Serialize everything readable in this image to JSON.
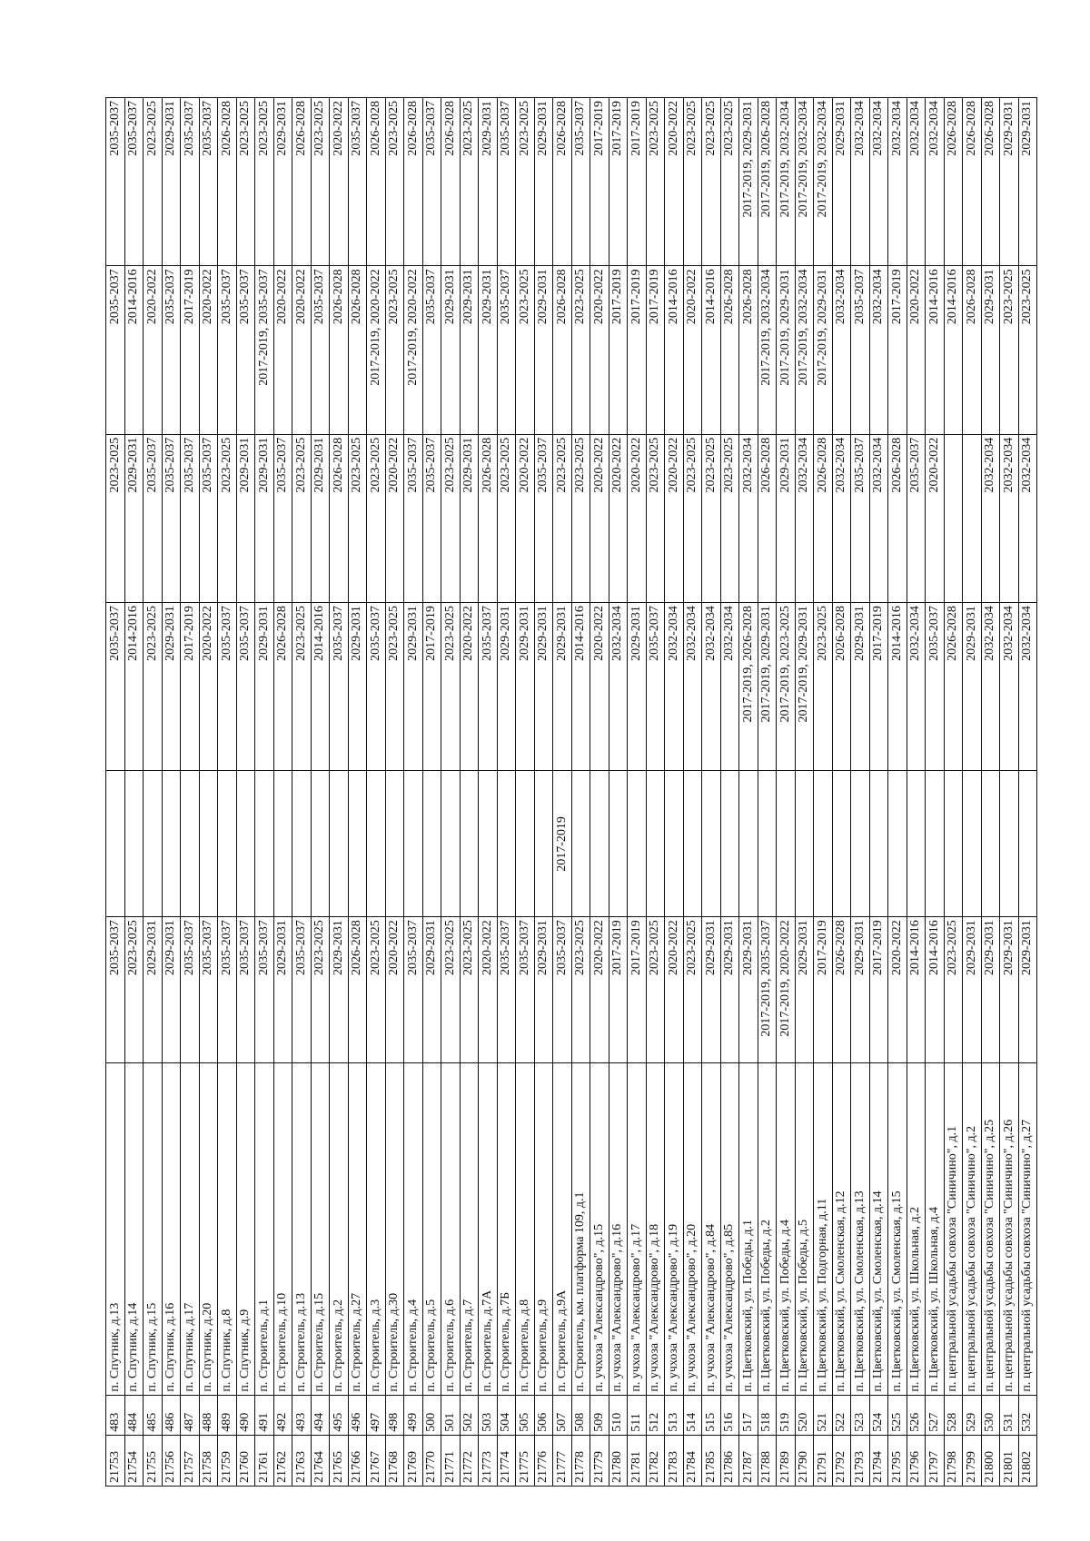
{
  "rows": [
    {
      "id": "21753",
      "no": "483",
      "address": "п. Спутник, д.13",
      "y1": "2035-2037",
      "y2": "",
      "y3": "2035-2037",
      "y4": "2023-2025",
      "y5": "2035-2037",
      "y6": "2035-2037"
    },
    {
      "id": "21754",
      "no": "484",
      "address": "п. Спутник, д.14",
      "y1": "2023-2025",
      "y2": "",
      "y3": "2014-2016",
      "y4": "2029-2031",
      "y5": "2014-2016",
      "y6": "2035-2037"
    },
    {
      "id": "21755",
      "no": "485",
      "address": "п. Спутник, д.15",
      "y1": "2029-2031",
      "y2": "",
      "y3": "2023-2025",
      "y4": "2035-2037",
      "y5": "2020-2022",
      "y6": "2023-2025"
    },
    {
      "id": "21756",
      "no": "486",
      "address": "п. Спутник, д.16",
      "y1": "2029-2031",
      "y2": "",
      "y3": "2029-2031",
      "y4": "2035-2037",
      "y5": "2035-2037",
      "y6": "2029-2031"
    },
    {
      "id": "21757",
      "no": "487",
      "address": "п. Спутник, д.17",
      "y1": "2035-2037",
      "y2": "",
      "y3": "2017-2019",
      "y4": "2035-2037",
      "y5": "2017-2019",
      "y6": "2035-2037"
    },
    {
      "id": "21758",
      "no": "488",
      "address": "п. Спутник, д.20",
      "y1": "2035-2037",
      "y2": "",
      "y3": "2020-2022",
      "y4": "2035-2037",
      "y5": "2020-2022",
      "y6": "2035-2037"
    },
    {
      "id": "21759",
      "no": "489",
      "address": "п. Спутник, д.8",
      "y1": "2035-2037",
      "y2": "",
      "y3": "2035-2037",
      "y4": "2023-2025",
      "y5": "2035-2037",
      "y6": "2026-2028"
    },
    {
      "id": "21760",
      "no": "490",
      "address": "п. Спутник, д.9",
      "y1": "2035-2037",
      "y2": "",
      "y3": "2035-2037",
      "y4": "2029-2031",
      "y5": "2035-2037",
      "y6": "2023-2025"
    },
    {
      "id": "21761",
      "no": "491",
      "address": "п. Строитель, д.1",
      "y1": "2035-2037",
      "y2": "",
      "y3": "2029-2031",
      "y4": "2029-2031",
      "y5": "2017-2019, 2035-2037",
      "y6": "2023-2025"
    },
    {
      "id": "21762",
      "no": "492",
      "address": "п. Строитель, д.10",
      "y1": "2029-2031",
      "y2": "",
      "y3": "2026-2028",
      "y4": "2035-2037",
      "y5": "2020-2022",
      "y6": "2029-2031"
    },
    {
      "id": "21763",
      "no": "493",
      "address": "п. Строитель, д.13",
      "y1": "2035-2037",
      "y2": "",
      "y3": "2023-2025",
      "y4": "2023-2025",
      "y5": "2020-2022",
      "y6": "2026-2028"
    },
    {
      "id": "21764",
      "no": "494",
      "address": "п. Строитель, д.15",
      "y1": "2023-2025",
      "y2": "",
      "y3": "2014-2016",
      "y4": "2029-2031",
      "y5": "2035-2037",
      "y6": "2023-2025"
    },
    {
      "id": "21765",
      "no": "495",
      "address": "п. Строитель, д.2",
      "y1": "2029-2031",
      "y2": "",
      "y3": "2035-2037",
      "y4": "2026-2028",
      "y5": "2026-2028",
      "y6": "2020-2022"
    },
    {
      "id": "21766",
      "no": "496",
      "address": "п. Строитель, д.27",
      "y1": "2026-2028",
      "y2": "",
      "y3": "2029-2031",
      "y4": "2023-2025",
      "y5": "2026-2028",
      "y6": "2035-2037"
    },
    {
      "id": "21767",
      "no": "497",
      "address": "п. Строитель, д.3",
      "y1": "2023-2025",
      "y2": "",
      "y3": "2035-2037",
      "y4": "2023-2025",
      "y5": "2017-2019, 2020-2022",
      "y6": "2026-2028"
    },
    {
      "id": "21768",
      "no": "498",
      "address": "п. Строитель, д.30",
      "y1": "2020-2022",
      "y2": "",
      "y3": "2023-2025",
      "y4": "2020-2022",
      "y5": "2023-2025",
      "y6": "2023-2025"
    },
    {
      "id": "21769",
      "no": "499",
      "address": "п. Строитель, д.4",
      "y1": "2035-2037",
      "y2": "",
      "y3": "2029-2031",
      "y4": "2035-2037",
      "y5": "2017-2019, 2020-2022",
      "y6": "2026-2028"
    },
    {
      "id": "21770",
      "no": "500",
      "address": "п. Строитель, д.5",
      "y1": "2029-2031",
      "y2": "",
      "y3": "2017-2019",
      "y4": "2035-2037",
      "y5": "2035-2037",
      "y6": "2035-2037"
    },
    {
      "id": "21771",
      "no": "501",
      "address": "п. Строитель, д.6",
      "y1": "2023-2025",
      "y2": "",
      "y3": "2023-2025",
      "y4": "2023-2025",
      "y5": "2029-2031",
      "y6": "2026-2028"
    },
    {
      "id": "21772",
      "no": "502",
      "address": "п. Строитель, д.7",
      "y1": "2023-2025",
      "y2": "",
      "y3": "2020-2022",
      "y4": "2029-2031",
      "y5": "2029-2031",
      "y6": "2023-2025"
    },
    {
      "id": "21773",
      "no": "503",
      "address": "п. Строитель, д.7А",
      "y1": "2020-2022",
      "y2": "",
      "y3": "2035-2037",
      "y4": "2026-2028",
      "y5": "2029-2031",
      "y6": "2029-2031"
    },
    {
      "id": "21774",
      "no": "504",
      "address": "п. Строитель, д.7Б",
      "y1": "2035-2037",
      "y2": "",
      "y3": "2029-2031",
      "y4": "2023-2025",
      "y5": "2035-2037",
      "y6": "2035-2037"
    },
    {
      "id": "21775",
      "no": "505",
      "address": "п. Строитель, д.8",
      "y1": "2035-2037",
      "y2": "",
      "y3": "2029-2031",
      "y4": "2020-2022",
      "y5": "2023-2025",
      "y6": "2023-2025"
    },
    {
      "id": "21776",
      "no": "506",
      "address": "п. Строитель, д.9",
      "y1": "2029-2031",
      "y2": "",
      "y3": "2029-2031",
      "y4": "2035-2037",
      "y5": "2029-2031",
      "y6": "2029-2031"
    },
    {
      "id": "21777",
      "no": "507",
      "address": "п. Строитель, д.9А",
      "y1": "2035-2037",
      "y2": "2017-2019",
      "y3": "2029-2031",
      "y4": "2023-2025",
      "y5": "2026-2028",
      "y6": "2026-2028"
    },
    {
      "id": "21778",
      "no": "508",
      "address": "п. Строитель, км. платформа 109, д.1",
      "y1": "2023-2025",
      "y2": "",
      "y3": "2014-2016",
      "y4": "2023-2025",
      "y5": "2023-2025",
      "y6": "2035-2037"
    },
    {
      "id": "21779",
      "no": "509",
      "address": "п. учхоза \"Александрово\", д.15",
      "y1": "2020-2022",
      "y2": "",
      "y3": "2020-2022",
      "y4": "2020-2022",
      "y5": "2020-2022",
      "y6": "2017-2019"
    },
    {
      "id": "21780",
      "no": "510",
      "address": "п. учхоза \"Александрово\", д.16",
      "y1": "2017-2019",
      "y2": "",
      "y3": "2032-2034",
      "y4": "2020-2022",
      "y5": "2017-2019",
      "y6": "2017-2019"
    },
    {
      "id": "21781",
      "no": "511",
      "address": "п. учхоза \"Александрово\", д.17",
      "y1": "2017-2019",
      "y2": "",
      "y3": "2029-2031",
      "y4": "2020-2022",
      "y5": "2017-2019",
      "y6": "2017-2019"
    },
    {
      "id": "21782",
      "no": "512",
      "address": "п. учхоза \"Александрово\", д.18",
      "y1": "2023-2025",
      "y2": "",
      "y3": "2035-2037",
      "y4": "2023-2025",
      "y5": "2017-2019",
      "y6": "2023-2025"
    },
    {
      "id": "21783",
      "no": "513",
      "address": "п. учхоза \"Александрово\", д.19",
      "y1": "2020-2022",
      "y2": "",
      "y3": "2032-2034",
      "y4": "2020-2022",
      "y5": "2014-2016",
      "y6": "2020-2022"
    },
    {
      "id": "21784",
      "no": "514",
      "address": "п. учхоза \"Александрово\", д.20",
      "y1": "2023-2025",
      "y2": "",
      "y3": "2032-2034",
      "y4": "2023-2025",
      "y5": "2020-2022",
      "y6": "2023-2025"
    },
    {
      "id": "21785",
      "no": "515",
      "address": "п. учхоза \"Александрово\", д.84",
      "y1": "2029-2031",
      "y2": "",
      "y3": "2032-2034",
      "y4": "2023-2025",
      "y5": "2014-2016",
      "y6": "2023-2025"
    },
    {
      "id": "21786",
      "no": "516",
      "address": "п. учхоза \"Александрово\", д.85",
      "y1": "2029-2031",
      "y2": "",
      "y3": "2032-2034",
      "y4": "2023-2025",
      "y5": "2026-2028",
      "y6": "2023-2025"
    },
    {
      "id": "21787",
      "no": "517",
      "address": "п. Цветковский, ул. Победы, д.1",
      "y1": "2029-2031",
      "y2": "",
      "y3": "2017-2019, 2026-2028",
      "y4": "2032-2034",
      "y5": "2026-2028",
      "y6": "2017-2019, 2029-2031"
    },
    {
      "id": "21788",
      "no": "518",
      "address": "п. Цветковский, ул. Победы, д.2",
      "y1": "2017-2019, 2035-2037",
      "y2": "",
      "y3": "2017-2019, 2029-2031",
      "y4": "2026-2028",
      "y5": "2017-2019, 2032-2034",
      "y6": "2017-2019, 2026-2028"
    },
    {
      "id": "21789",
      "no": "519",
      "address": "п. Цветковский, ул. Победы, д.4",
      "y1": "2017-2019, 2020-2022",
      "y2": "",
      "y3": "2017-2019, 2023-2025",
      "y4": "2029-2031",
      "y5": "2017-2019, 2029-2031",
      "y6": "2017-2019, 2032-2034"
    },
    {
      "id": "21790",
      "no": "520",
      "address": "п. Цветковский, ул. Победы, д.5",
      "y1": "2029-2031",
      "y2": "",
      "y3": "2017-2019, 2029-2031",
      "y4": "2032-2034",
      "y5": "2017-2019, 2032-2034",
      "y6": "2017-2019, 2032-2034"
    },
    {
      "id": "21791",
      "no": "521",
      "address": "п. Цветковский, ул. Подгорная, д.11",
      "y1": "2017-2019",
      "y2": "",
      "y3": "2023-2025",
      "y4": "2026-2028",
      "y5": "2017-2019, 2029-2031",
      "y6": "2017-2019, 2032-2034"
    },
    {
      "id": "21792",
      "no": "522",
      "address": "п. Цветковский, ул. Смоленская, д.12",
      "y1": "2026-2028",
      "y2": "",
      "y3": "2026-2028",
      "y4": "2032-2034",
      "y5": "2032-2034",
      "y6": "2029-2031"
    },
    {
      "id": "21793",
      "no": "523",
      "address": "п. Цветковский, ул. Смоленская, д.13",
      "y1": "2029-2031",
      "y2": "",
      "y3": "2029-2031",
      "y4": "2035-2037",
      "y5": "2035-2037",
      "y6": "2032-2034"
    },
    {
      "id": "21794",
      "no": "524",
      "address": "п. Цветковский, ул. Смоленская, д.14",
      "y1": "2017-2019",
      "y2": "",
      "y3": "2017-2019",
      "y4": "2032-2034",
      "y5": "2032-2034",
      "y6": "2032-2034"
    },
    {
      "id": "21795",
      "no": "525",
      "address": "п. Цветковский, ул. Смоленская, д.15",
      "y1": "2020-2022",
      "y2": "",
      "y3": "2014-2016",
      "y4": "2026-2028",
      "y5": "2017-2019",
      "y6": "2032-2034"
    },
    {
      "id": "21796",
      "no": "526",
      "address": "п. Цветковский, ул. Школьная, д.2",
      "y1": "2014-2016",
      "y2": "",
      "y3": "2032-2034",
      "y4": "2035-2037",
      "y5": "2020-2022",
      "y6": "2032-2034"
    },
    {
      "id": "21797",
      "no": "527",
      "address": "п. Цветковский, ул. Школьная, д.4",
      "y1": "2014-2016",
      "y2": "",
      "y3": "2035-2037",
      "y4": "2020-2022",
      "y5": "2014-2016",
      "y6": "2032-2034"
    },
    {
      "id": "21798",
      "no": "528",
      "address": "п. центральной усадьбы совхоза \"Синичино\", д.1",
      "y1": "2023-2025",
      "y2": "",
      "y3": "2026-2028",
      "y4": "",
      "y5": "2014-2016",
      "y6": "2026-2028"
    },
    {
      "id": "21799",
      "no": "529",
      "address": "п. центральной усадьбы совхоза \"Синичино\", д.2",
      "y1": "2029-2031",
      "y2": "",
      "y3": "2029-2031",
      "y4": "",
      "y5": "2026-2028",
      "y6": "2026-2028"
    },
    {
      "id": "21800",
      "no": "530",
      "address": "п. центральной усадьбы совхоза \"Синичино\", д.25",
      "y1": "2029-2031",
      "y2": "",
      "y3": "2032-2034",
      "y4": "2032-2034",
      "y5": "2029-2031",
      "y6": "2026-2028"
    },
    {
      "id": "21801",
      "no": "531",
      "address": "п. центральной усадьбы совхоза \"Синичино\", д.26",
      "y1": "2029-2031",
      "y2": "",
      "y3": "2032-2034",
      "y4": "2032-2034",
      "y5": "2023-2025",
      "y6": "2029-2031"
    },
    {
      "id": "21802",
      "no": "532",
      "address": "п. центральной усадьбы совхоза \"Синичино\", д.27",
      "y1": "2029-2031",
      "y2": "",
      "y3": "2032-2034",
      "y4": "2032-2034",
      "y5": "2023-2025",
      "y6": "2029-2031"
    }
  ]
}
